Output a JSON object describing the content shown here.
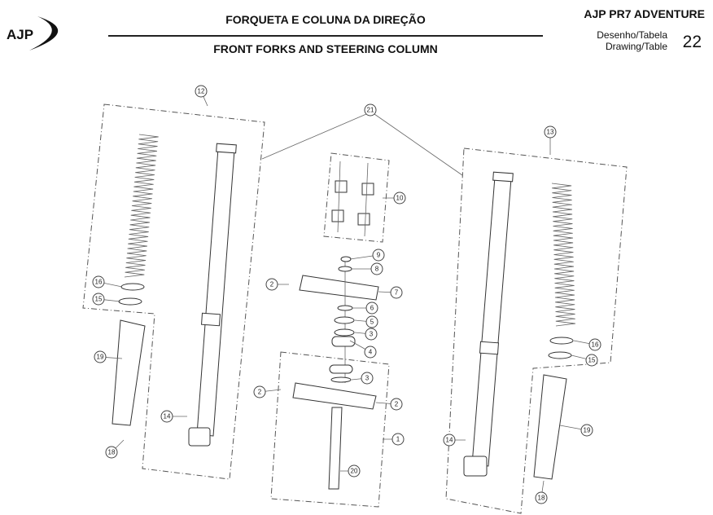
{
  "header": {
    "title_pt": "FORQUETA E COLUNA DA DIREÇÃO",
    "title_en": "FRONT FORKS AND STEERING COLUMN",
    "model": "AJP PR7 ADVENTURE",
    "drawing_label_pt": "Desenho/Tabela",
    "drawing_label_en": "Drawing/Table",
    "drawing_number": "22",
    "logo_text": "AJP"
  },
  "callouts": [
    "12",
    "21",
    "13",
    "10",
    "9",
    "8",
    "2",
    "7",
    "6",
    "5",
    "3",
    "4",
    "3",
    "2",
    "2",
    "1",
    "20",
    "16",
    "15",
    "19",
    "14",
    "18",
    "16",
    "15",
    "19",
    "14",
    "18"
  ]
}
